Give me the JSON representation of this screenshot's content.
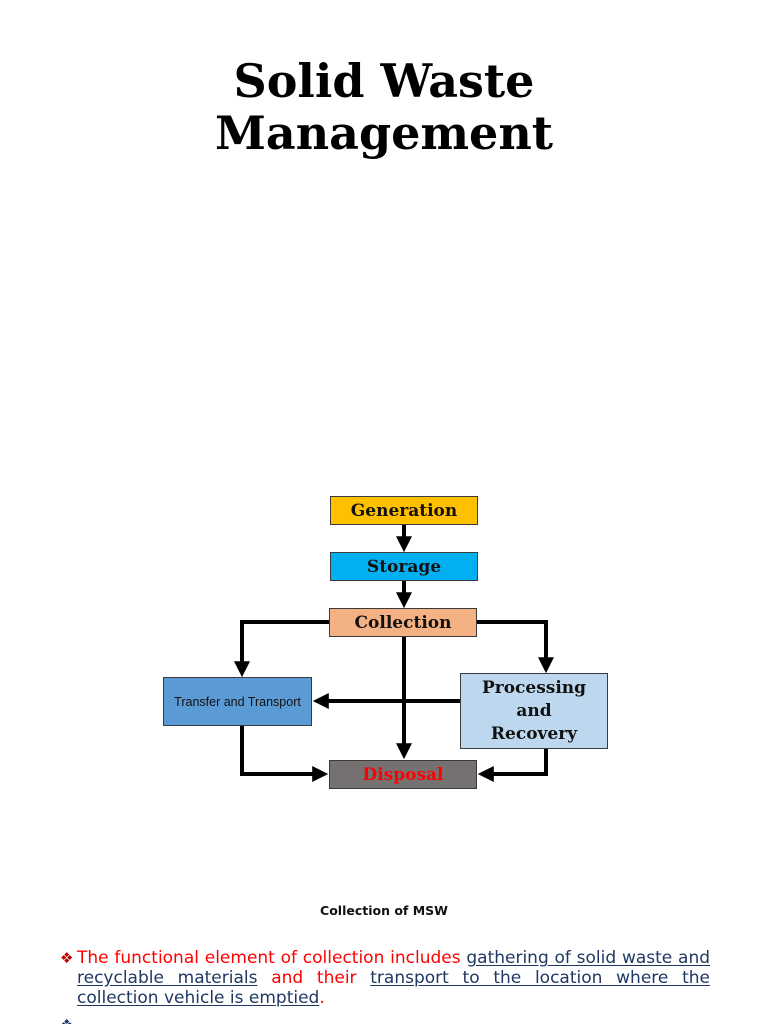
{
  "title": {
    "line1": "Solid Waste",
    "line2": "Management"
  },
  "diagram": {
    "generation": "Generation",
    "storage": "Storage",
    "collection": "Collection",
    "transfer_transport": "Transfer and Transport",
    "processing_line1": "Processing",
    "processing_line2": "and",
    "processing_line3": "Recovery",
    "disposal": "Disposal"
  },
  "caption": "Collection of MSW",
  "bullet": {
    "marker": "❖",
    "text_1": "The functional element of collection includes ",
    "link_1": "gathering of solid waste and recyclable materials",
    "text_2": " and their ",
    "link_2": "transport to the location where the collection vehicle is emptied",
    "text_3": "."
  },
  "bullet2": {
    "marker": "❖"
  },
  "colors": {
    "generation": "#ffc000",
    "storage": "#00b0f0",
    "collection": "#f4b183",
    "transfer": "#5b9bd5",
    "processing": "#bdd7ee",
    "disposal": "#767171",
    "disposal_text": "#ff0000",
    "highlight_text": "#1f3864"
  }
}
